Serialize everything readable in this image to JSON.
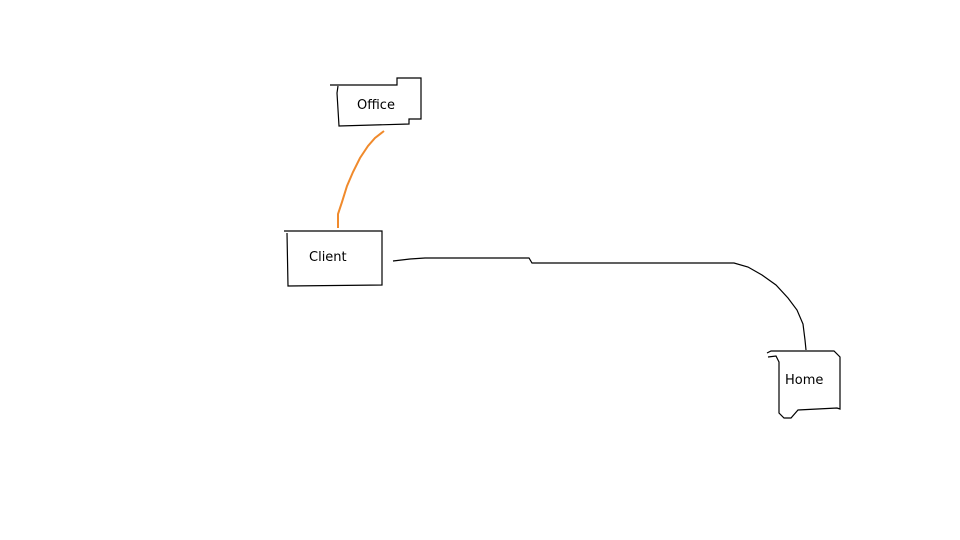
{
  "nodes": {
    "office": {
      "label": "Office"
    },
    "client": {
      "label": "Client"
    },
    "home": {
      "label": "Home"
    }
  },
  "edges": [
    {
      "from": "client",
      "to": "office",
      "color": "#f08a2c"
    },
    {
      "from": "client",
      "to": "home",
      "color": "#000000"
    }
  ]
}
